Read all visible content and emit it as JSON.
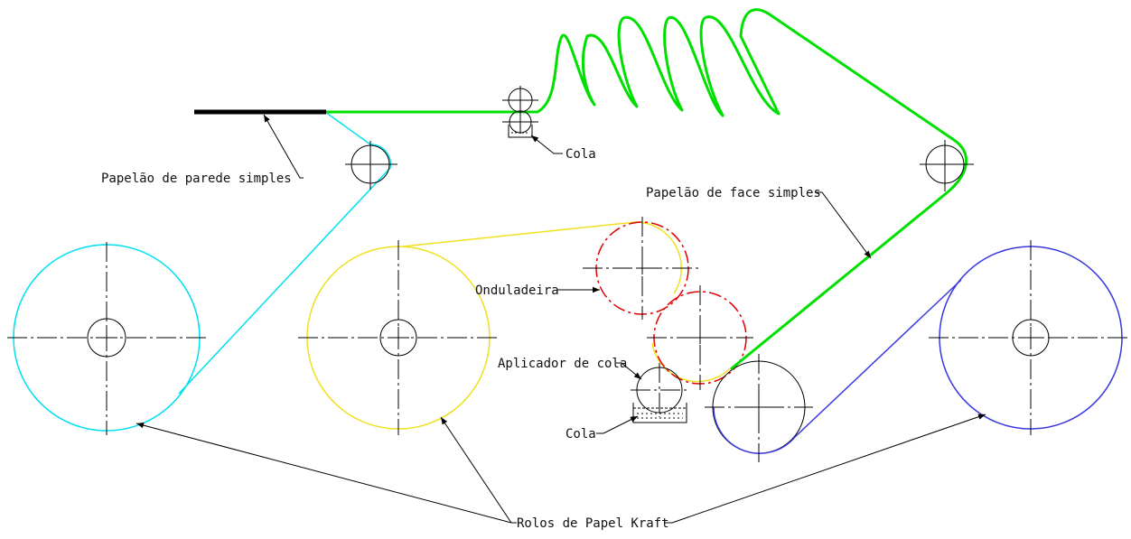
{
  "labels": {
    "single_wall_board": "Papelão de parede simples",
    "glue_top": "Cola",
    "single_face_board": "Papelão de face simples",
    "corrugator": "Onduladeira",
    "glue_applicator": "Aplicador de cola",
    "glue_bottom": "Cola",
    "kraft_rolls": "Rolos de Papel Kraft"
  },
  "colors": {
    "cyan_paper": "#00e0f0",
    "yellow_paper": "#f0e020",
    "green_board": "#00e000",
    "blue_paper": "#3838e0",
    "red_roll": "#e00000",
    "black_board": "#000000"
  }
}
